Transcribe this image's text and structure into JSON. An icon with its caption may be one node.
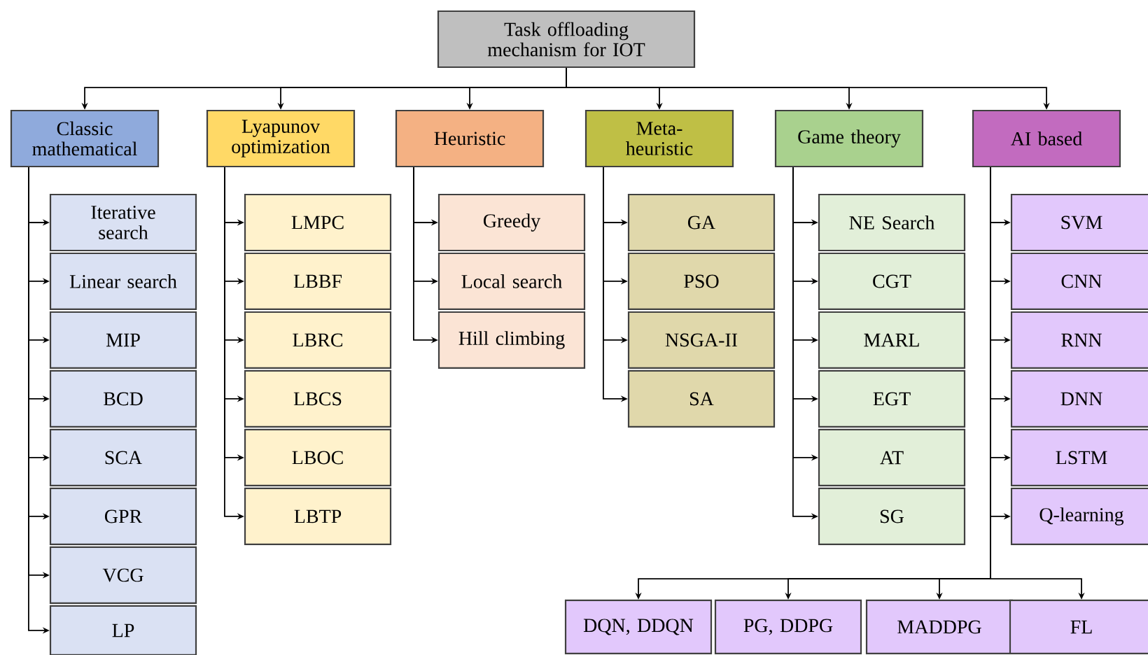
{
  "diagram": {
    "nodes": [
      {
        "text": [
          "Task offloading mechanism for IOT"
        ]
      },
      {
        "text": [
          "Classic mathematical"
        ]
      },
      {
        "text": [
          "Lyapunov optimization"
        ]
      },
      {
        "text": [
          "Heuristic"
        ]
      },
      {
        "text": [
          "Meta-heuristic"
        ]
      },
      {
        "text": [
          "Game theory"
        ]
      },
      {
        "text": [
          "AI based"
        ]
      },
      {
        "text": [
          "Iterative search"
        ]
      },
      {
        "text": [
          "Linear search"
        ]
      },
      {
        "text": [
          "MIP"
        ]
      },
      {
        "text": [
          "BCD"
        ]
      },
      {
        "text": [
          "SCA"
        ]
      },
      {
        "text": [
          "GPR"
        ]
      },
      {
        "text": [
          "VCG"
        ]
      },
      {
        "text": [
          "LP"
        ]
      },
      {
        "text": [
          "LMPC"
        ]
      },
      {
        "text": [
          "LBBF"
        ]
      },
      {
        "text": [
          "LBRC"
        ]
      },
      {
        "text": [
          "LBCS"
        ]
      },
      {
        "text": [
          "LBOC"
        ]
      },
      {
        "text": [
          "LBTP"
        ]
      },
      {
        "text": [
          "Greedy"
        ]
      },
      {
        "text": [
          "Local search"
        ]
      },
      {
        "text": [
          "Hill climbing"
        ]
      },
      {
        "text": [
          "GA"
        ]
      },
      {
        "text": [
          "PSO"
        ]
      },
      {
        "text": [
          "NSGA-II"
        ]
      },
      {
        "text": [
          "SA"
        ]
      },
      {
        "text": [
          "NE Search"
        ]
      },
      {
        "text": [
          "CGT"
        ]
      },
      {
        "text": [
          "MARL"
        ]
      },
      {
        "text": [
          "EGT"
        ]
      },
      {
        "text": [
          "AT"
        ]
      },
      {
        "text": [
          "SG"
        ]
      },
      {
        "text": [
          "SVM"
        ]
      },
      {
        "text": [
          "CNN"
        ]
      },
      {
        "text": [
          "RNN"
        ]
      },
      {
        "text": [
          "DNN"
        ]
      },
      {
        "text": [
          "LSTM"
        ]
      },
      {
        "text": [
          "Q-learning"
        ]
      },
      {
        "text": [
          "DQN, DDQN"
        ]
      },
      {
        "text": [
          "PG, DDPG"
        ]
      },
      {
        "text": [
          "MADDPG"
        ]
      },
      {
        "text": [
          "FL"
        ]
      }
    ],
    "edges": [
      {
        "from": 0,
        "to": 1,
        "arrow": "to"
      },
      {
        "from": 0,
        "to": 2,
        "arrow": "to"
      },
      {
        "from": 0,
        "to": 3,
        "arrow": "to"
      },
      {
        "from": 0,
        "to": 4,
        "arrow": "to"
      },
      {
        "from": 0,
        "to": 5,
        "arrow": "to"
      },
      {
        "from": 0,
        "to": 6,
        "arrow": "to"
      },
      {
        "from": 1,
        "to": 7,
        "arrow": "to"
      },
      {
        "from": 1,
        "to": 8,
        "arrow": "to"
      },
      {
        "from": 1,
        "to": 9,
        "arrow": "to"
      },
      {
        "from": 1,
        "to": 10,
        "arrow": "to"
      },
      {
        "from": 1,
        "to": 11,
        "arrow": "to"
      },
      {
        "from": 1,
        "to": 12,
        "arrow": "to"
      },
      {
        "from": 1,
        "to": 13,
        "arrow": "to"
      },
      {
        "from": 1,
        "to": 14,
        "arrow": "to"
      },
      {
        "from": 2,
        "to": 15,
        "arrow": "to"
      },
      {
        "from": 2,
        "to": 16,
        "arrow": "to"
      },
      {
        "from": 2,
        "to": 17,
        "arrow": "to"
      },
      {
        "from": 2,
        "to": 18,
        "arrow": "to"
      },
      {
        "from": 2,
        "to": 19,
        "arrow": "to"
      },
      {
        "from": 2,
        "to": 20,
        "arrow": "to"
      },
      {
        "from": 3,
        "to": 21,
        "arrow": "to"
      },
      {
        "from": 3,
        "to": 22,
        "arrow": "to"
      },
      {
        "from": 3,
        "to": 23,
        "arrow": "to"
      },
      {
        "from": 4,
        "to": 24,
        "arrow": "to"
      },
      {
        "from": 4,
        "to": 25,
        "arrow": "to"
      },
      {
        "from": 4,
        "to": 26,
        "arrow": "to"
      },
      {
        "from": 4,
        "to": 27,
        "arrow": "to"
      },
      {
        "from": 5,
        "to": 28,
        "arrow": "to"
      },
      {
        "from": 5,
        "to": 29,
        "arrow": "to"
      },
      {
        "from": 5,
        "to": 30,
        "arrow": "to"
      },
      {
        "from": 5,
        "to": 31,
        "arrow": "to"
      },
      {
        "from": 5,
        "to": 32,
        "arrow": "to"
      },
      {
        "from": 5,
        "to": 33,
        "arrow": "to"
      },
      {
        "from": 6,
        "to": 34,
        "arrow": "to"
      },
      {
        "from": 6,
        "to": 35,
        "arrow": "to"
      },
      {
        "from": 6,
        "to": 36,
        "arrow": "to"
      },
      {
        "from": 6,
        "to": 37,
        "arrow": "to"
      },
      {
        "from": 6,
        "to": 38,
        "arrow": "to"
      },
      {
        "from": 6,
        "to": 39,
        "arrow": "to"
      },
      {
        "from": 6,
        "to": 40,
        "arrow": "to"
      },
      {
        "from": 6,
        "to": 41,
        "arrow": "to"
      },
      {
        "from": 6,
        "to": 42,
        "arrow": "to"
      },
      {
        "from": 6,
        "to": 43,
        "arrow": "to"
      }
    ]
  }
}
